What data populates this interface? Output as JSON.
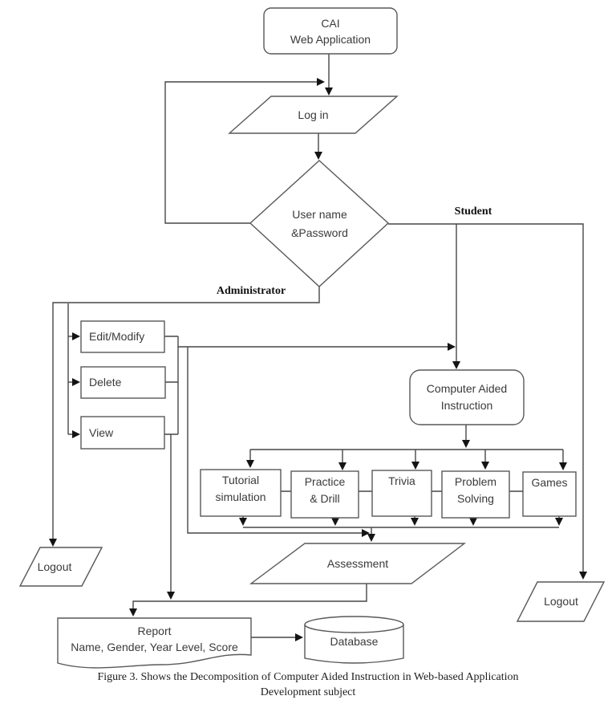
{
  "figure": {
    "caption": "Figure 3. Shows the Decomposition of Computer Aided Instruction in Web-based Application\nDevelopment subject"
  },
  "nodes": {
    "cai_web_app": "CAI\nWeb Application",
    "login": "Log in",
    "credentials": "User name\n&Password",
    "edit_modify": "Edit/Modify",
    "delete": "Delete",
    "view": "View",
    "cai_instruction": "Computer Aided\nInstruction",
    "tutorial": "Tutorial\nsimulation",
    "practice": "Practice\n& Drill",
    "trivia": "Trivia",
    "problem_solving": "Problem\nSolving",
    "games": "Games",
    "assessment": "Assessment",
    "logout_admin": "Logout",
    "logout_student": "Logout",
    "report": "Report\nName, Gender, Year Level, Score",
    "database": "Database"
  },
  "branch_labels": {
    "student": "Student",
    "administrator": "Administrator"
  },
  "colors": {
    "background": "#ffffff",
    "shape_border": "#595959",
    "connector": "#474747",
    "arrowhead": "#141414",
    "text": "#3a3a3a"
  }
}
